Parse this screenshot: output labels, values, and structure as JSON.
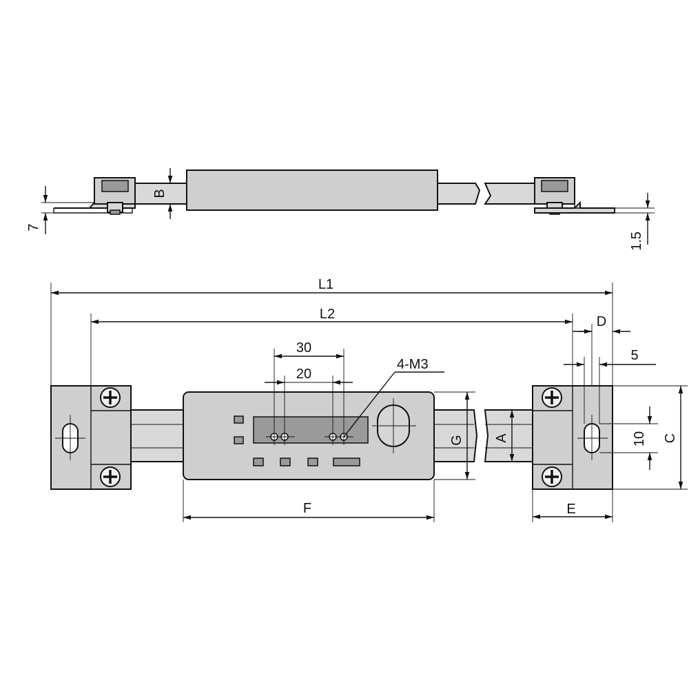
{
  "diagram": {
    "dimension_labels": {
      "L1": "L1",
      "L2": "L2",
      "D": "D",
      "five": "5",
      "thirty": "30",
      "twenty": "20",
      "thread": "4-M3",
      "G": "G",
      "A": "A",
      "ten": "10",
      "C": "C",
      "E": "E",
      "F": "F",
      "B": "B",
      "seven": "7",
      "one_five": "1.5"
    },
    "colors": {
      "body_fill": "#cfcfcf",
      "rail_fill": "#d9d9d9",
      "dark_fill": "#9a9a9a",
      "line": "#111111"
    }
  }
}
